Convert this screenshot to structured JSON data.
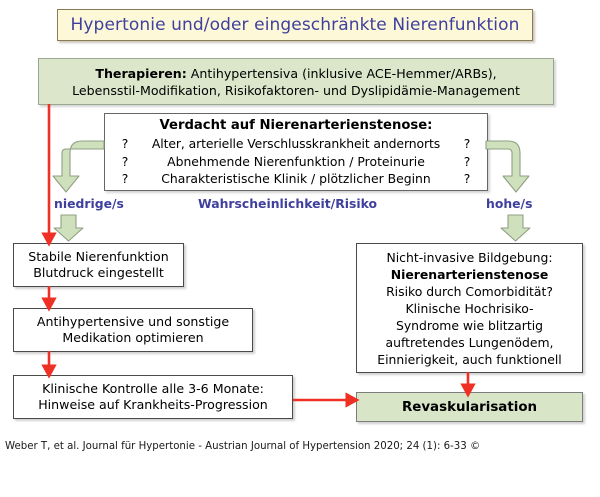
{
  "title": {
    "text": "Hypertonie und/oder eingeschränkte Nierenfunktion"
  },
  "therapy": {
    "lead": "Therapieren:",
    "line1_rest": " Antihypertensiva (inklusive ACE-Hemmer/ARBs),",
    "line2": "Lebensstil-Modifikation, Risikofaktoren- und Dyslipidämie-Management"
  },
  "suspicion": {
    "title": "Verdacht auf Nierenarterienstenose:",
    "questions": [
      {
        "left": "?",
        "text": "Alter, arterielle Verschlusskrankheit andernorts",
        "right": "?"
      },
      {
        "left": "?",
        "text": "Abnehmende Nierenfunktion / Proteinurie",
        "right": "?"
      },
      {
        "left": "?",
        "text": "Charakteristische Klinik / plötzlicher Beginn",
        "right": "?"
      }
    ]
  },
  "labels": {
    "low": "niedrige/s",
    "middle": "Wahrscheinlichkeit/Risiko",
    "high": "hohe/s"
  },
  "left_branch": {
    "box_stable_line1": "Stabile Nierenfunktion",
    "box_stable_line2": "Blutdruck eingestellt",
    "box_meds_line1": "Antihypertensive und sonstige",
    "box_meds_line2": "Medikation optimieren",
    "box_followup_line1": "Klinische Kontrolle alle 3-6 Monate:",
    "box_followup_line2": "Hinweise auf Krankheits-Progression"
  },
  "right_branch": {
    "line1": "Nicht-invasive Bildgebung:",
    "line2_bold": "Nierenarterienstenose",
    "line3": "Risiko durch Comorbidität?",
    "line4": "Klinische Hochrisiko-",
    "line5": "Syndrome wie blitzartig",
    "line6": "auftretendes Lungenödem,",
    "line7": "Einnierigkeit, auch funktionell",
    "outcome": "Revaskularisation"
  },
  "citation": {
    "text": "Weber T, et al. Journal für Hypertonie - Austrian Journal of Hypertension 2020; 24 (1): 6-33 ©"
  },
  "colors": {
    "title_fill": "#fdf8d8",
    "title_border": "#8a7a55",
    "title_text": "#3f3f9e",
    "green_fill": "#dbe6cb",
    "green_border": "#9aa88f",
    "label_text": "#3f3f9e",
    "red_arrow": "#ee3124",
    "green_arrow_fill": "#cfe0bd",
    "green_arrow_stroke": "#8f9f84"
  }
}
